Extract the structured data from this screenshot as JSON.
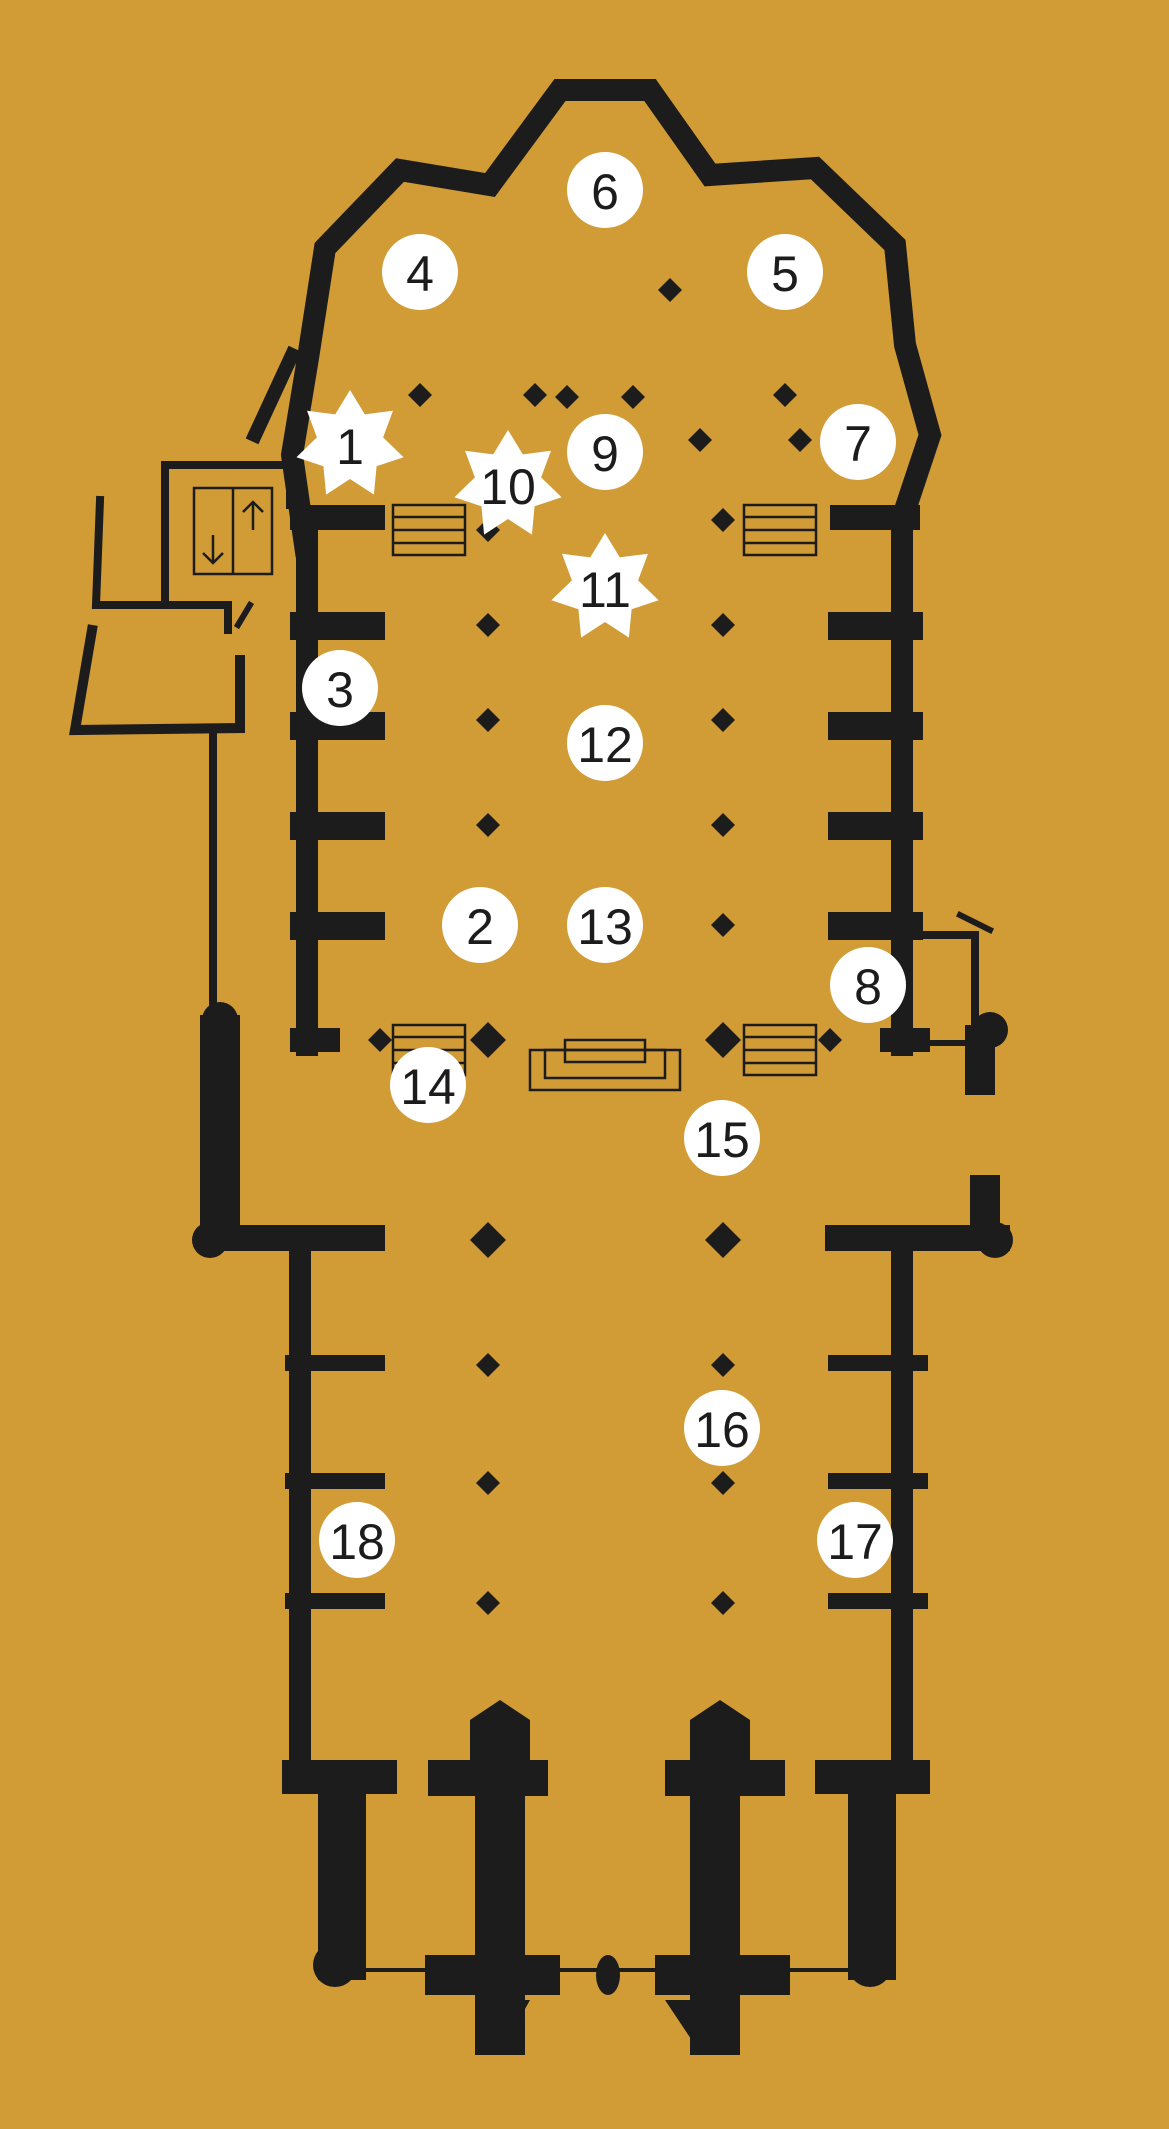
{
  "colors": {
    "background": "#D19B36",
    "walls": "#1c1c1c",
    "markers": "#ffffff",
    "marker_text": "#1c1c1c"
  },
  "markers": [
    {
      "label": "1",
      "shape": "star"
    },
    {
      "label": "2",
      "shape": "circle"
    },
    {
      "label": "3",
      "shape": "circle"
    },
    {
      "label": "4",
      "shape": "circle"
    },
    {
      "label": "5",
      "shape": "circle"
    },
    {
      "label": "6",
      "shape": "circle"
    },
    {
      "label": "7",
      "shape": "circle"
    },
    {
      "label": "8",
      "shape": "circle"
    },
    {
      "label": "9",
      "shape": "circle"
    },
    {
      "label": "10",
      "shape": "star"
    },
    {
      "label": "11",
      "shape": "star"
    },
    {
      "label": "12",
      "shape": "circle"
    },
    {
      "label": "13",
      "shape": "circle"
    },
    {
      "label": "14",
      "shape": "circle"
    },
    {
      "label": "15",
      "shape": "circle"
    },
    {
      "label": "16",
      "shape": "circle"
    },
    {
      "label": "17",
      "shape": "circle"
    },
    {
      "label": "18",
      "shape": "circle"
    }
  ],
  "icons": {
    "elevator": "elevator-icon",
    "down_arrow": "arrow-down-icon",
    "up_arrow": "arrow-up-icon",
    "stairs": "stairs-icon",
    "altar": "altar-icon"
  }
}
